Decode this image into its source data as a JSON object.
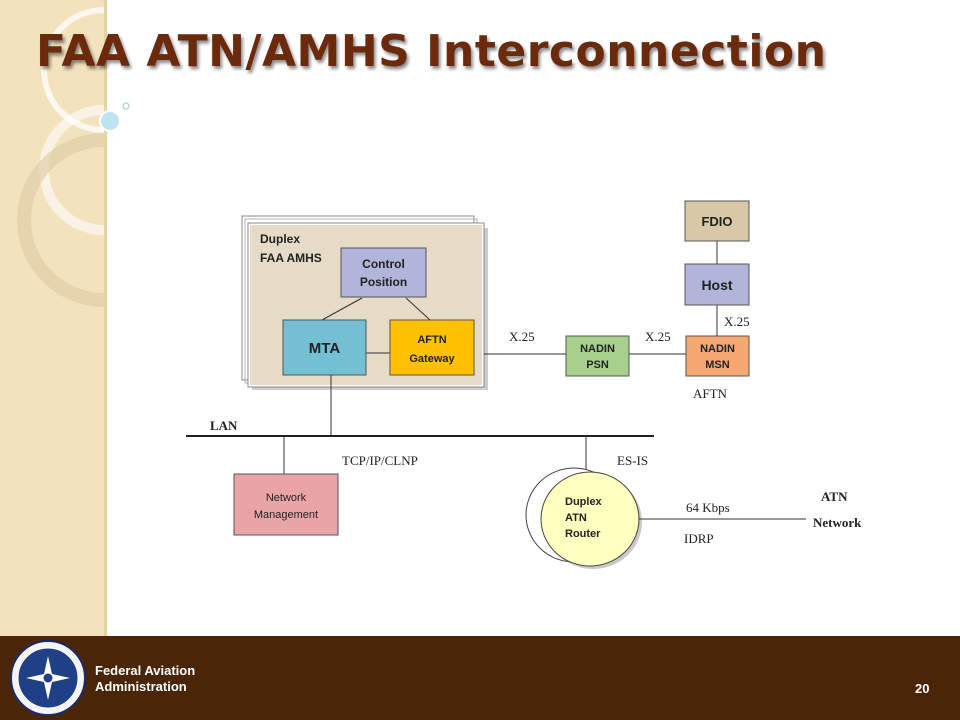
{
  "slide": {
    "title": "FAA ATN/AMHS Interconnection",
    "page_number": "20"
  },
  "footer": {
    "org_line1": "Federal Aviation",
    "org_line2": "Administration"
  },
  "diagram": {
    "duplex_amhs": {
      "line1": "Duplex",
      "line2": "FAA AMHS"
    },
    "control_position": {
      "line1": "Control",
      "line2": "Position"
    },
    "mta": "MTA",
    "aftn_gateway": {
      "line1": "AFTN",
      "line2": "Gateway"
    },
    "nadin_psn": {
      "line1": "NADIN",
      "line2": "PSN"
    },
    "nadin_msn": {
      "line1": "NADIN",
      "line2": "MSN"
    },
    "fdio": "FDIO",
    "host": "Host",
    "network_management": {
      "line1": "Network",
      "line2": "Management"
    },
    "duplex_atn_router": {
      "line1": "Duplex",
      "line2": "ATN",
      "line3": "Router"
    },
    "labels": {
      "x25_left": "X.25",
      "x25_mid": "X.25",
      "x25_host": "X.25",
      "aftn": "AFTN",
      "lan": "LAN",
      "tcpip": "TCP/IP/CLNP",
      "esis": "ES-IS",
      "kbps": "64 Kbps",
      "idrp": "IDRP",
      "atn": "ATN",
      "network": "Network"
    }
  },
  "colors": {
    "title": "#6b2a0c",
    "footer_bg": "#4b2507",
    "amhs_box": "#e5dbc6",
    "control_position": "#b1b5d9",
    "mta": "#74bfd2",
    "aftn_gateway": "#ffc000",
    "nadin_psn": "#a8d08d",
    "nadin_msn": "#f7a872",
    "fdio": "#d9c8a6",
    "host": "#b1b5d9",
    "network_management": "#eaa4a8",
    "router": "#ffffc0"
  }
}
